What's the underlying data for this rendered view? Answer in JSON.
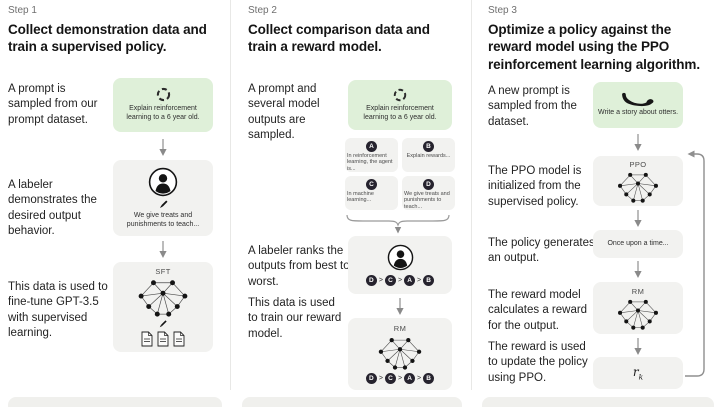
{
  "diagram": {
    "description_colors": {
      "prompt_box_green": "#dff0d9",
      "box_gray": "#f2f2f0",
      "rank_circle_dark": "#26232e",
      "arrow_gray": "#8f8f8f",
      "divider": "#e8e8e6"
    },
    "icons": {
      "prompt_sample": "cycle-arrows-icon",
      "labeler": "person-in-circle-icon",
      "write": "pencil-icon",
      "model": "neural-network-icon",
      "documents": "document-stack-icon",
      "otter": "otter-silhouette-icon",
      "grouping": "curly-brace-icon",
      "flow": "down-arrow-icon",
      "loop": "feedback-arrow-icon"
    }
  },
  "steps": [
    {
      "label": "Step 1",
      "title": "Collect demonstration data and train a supervised policy.",
      "row1_text": "A prompt is sampled from our prompt dataset.",
      "prompt_caption": "Explain reinforcement learning to a 6 year old.",
      "row2_text": "A labeler demonstrates the desired output behavior.",
      "labeler_caption": "We give treats and punishments to teach...",
      "row3_text": "This data is used to fine-tune GPT-3.5 with supervised learning.",
      "model_label": "SFT"
    },
    {
      "label": "Step 2",
      "title": "Collect comparison data and train a reward model.",
      "row1_text": "A prompt and several model outputs are sampled.",
      "prompt_caption": "Explain reinforcement learning to a 6 year old.",
      "outputs": [
        {
          "letter": "A",
          "text": "In reinforcement learning, the agent is..."
        },
        {
          "letter": "B",
          "text": "Explain rewards..."
        },
        {
          "letter": "C",
          "text": "In machine learning..."
        },
        {
          "letter": "D",
          "text": "We give treats and punishments to teach..."
        }
      ],
      "row2_text": "A labeler ranks the outputs from best to worst.",
      "ranking": {
        "order": [
          "D",
          "C",
          "A",
          "B"
        ],
        "separator": ">"
      },
      "row3_text": "This data is used to train our reward model.",
      "model_label": "RM"
    },
    {
      "label": "Step 3",
      "title": "Optimize a policy against the reward model using the PPO reinforcement learning algorithm.",
      "row1_text": "A new prompt is sampled from the dataset.",
      "prompt_caption": "Write a story about otters.",
      "row2_text": "The PPO model is initialized from the supervised policy.",
      "ppo_label": "PPO",
      "row3_text": "The policy generates an output.",
      "output_caption": "Once upon a time...",
      "row4_text": "The reward model calculates a reward for the output.",
      "rm_label": "RM",
      "row5_text": "The reward is used to update the policy using PPO.",
      "reward_symbol": "r",
      "reward_subscript": "k"
    }
  ]
}
